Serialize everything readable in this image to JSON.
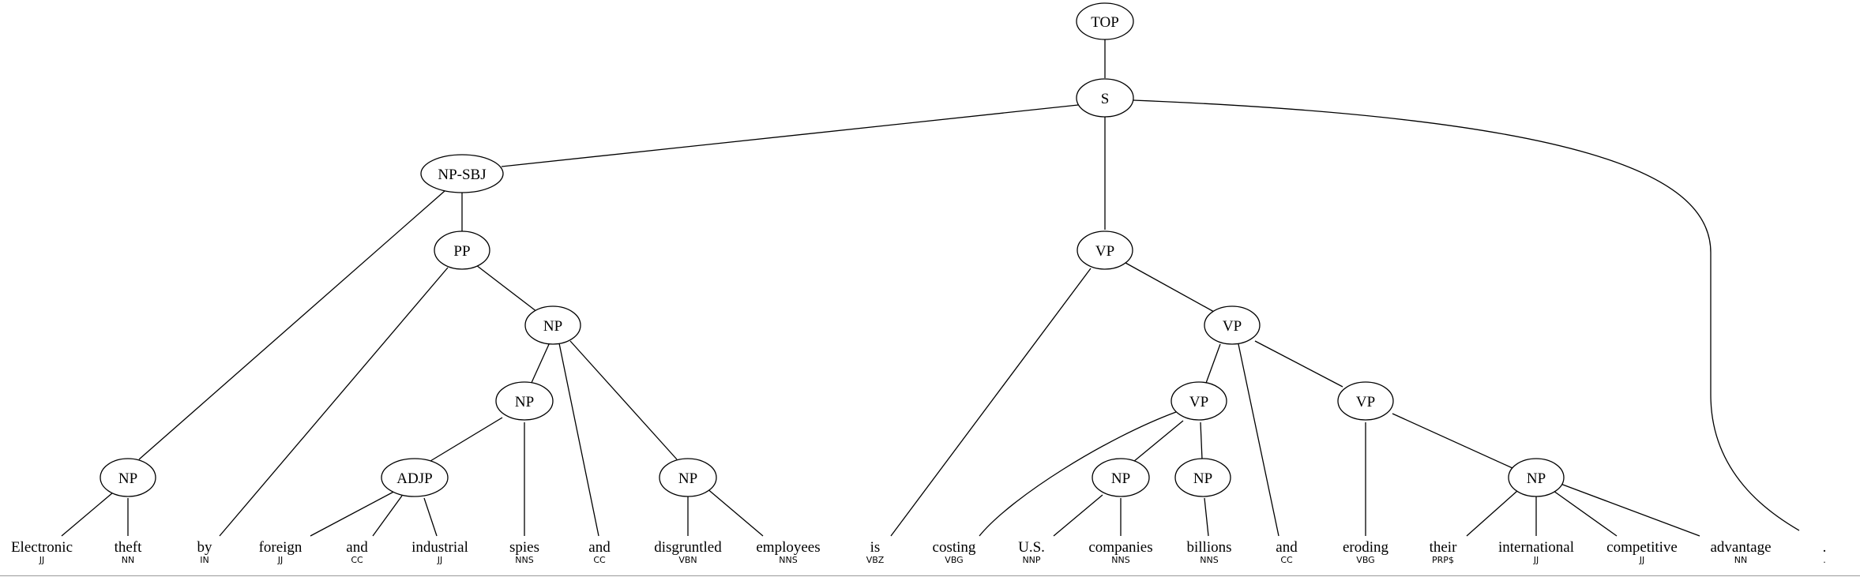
{
  "nodes": {
    "top": "TOP",
    "s": "S",
    "np_sbj": "NP-SBJ",
    "np_elec": "NP",
    "pp": "PP",
    "np_by": "NP",
    "np_spies": "NP",
    "adjp": "ADJP",
    "np_emp": "NP",
    "vp1": "VP",
    "vp2": "VP",
    "vp_cost": "VP",
    "np_us": "NP",
    "np_bill": "NP",
    "vp_erode": "VP",
    "np_adv": "NP"
  },
  "leaves": [
    {
      "word": "Electronic",
      "tag": "JJ"
    },
    {
      "word": "theft",
      "tag": "NN"
    },
    {
      "word": "by",
      "tag": "IN"
    },
    {
      "word": "foreign",
      "tag": "JJ"
    },
    {
      "word": "and",
      "tag": "CC"
    },
    {
      "word": "industrial",
      "tag": "JJ"
    },
    {
      "word": "spies",
      "tag": "NNS"
    },
    {
      "word": "and",
      "tag": "CC"
    },
    {
      "word": "disgruntled",
      "tag": "VBN"
    },
    {
      "word": "employees",
      "tag": "NNS"
    },
    {
      "word": "is",
      "tag": "VBZ"
    },
    {
      "word": "costing",
      "tag": "VBG"
    },
    {
      "word": "U.S.",
      "tag": "NNP"
    },
    {
      "word": "companies",
      "tag": "NNS"
    },
    {
      "word": "billions",
      "tag": "NNS"
    },
    {
      "word": "and",
      "tag": "CC"
    },
    {
      "word": "eroding",
      "tag": "VBG"
    },
    {
      "word": "their",
      "tag": "PRP$"
    },
    {
      "word": "international",
      "tag": "JJ"
    },
    {
      "word": "competitive",
      "tag": "JJ"
    },
    {
      "word": "advantage",
      "tag": "NN"
    },
    {
      "word": ".",
      "tag": "."
    }
  ]
}
